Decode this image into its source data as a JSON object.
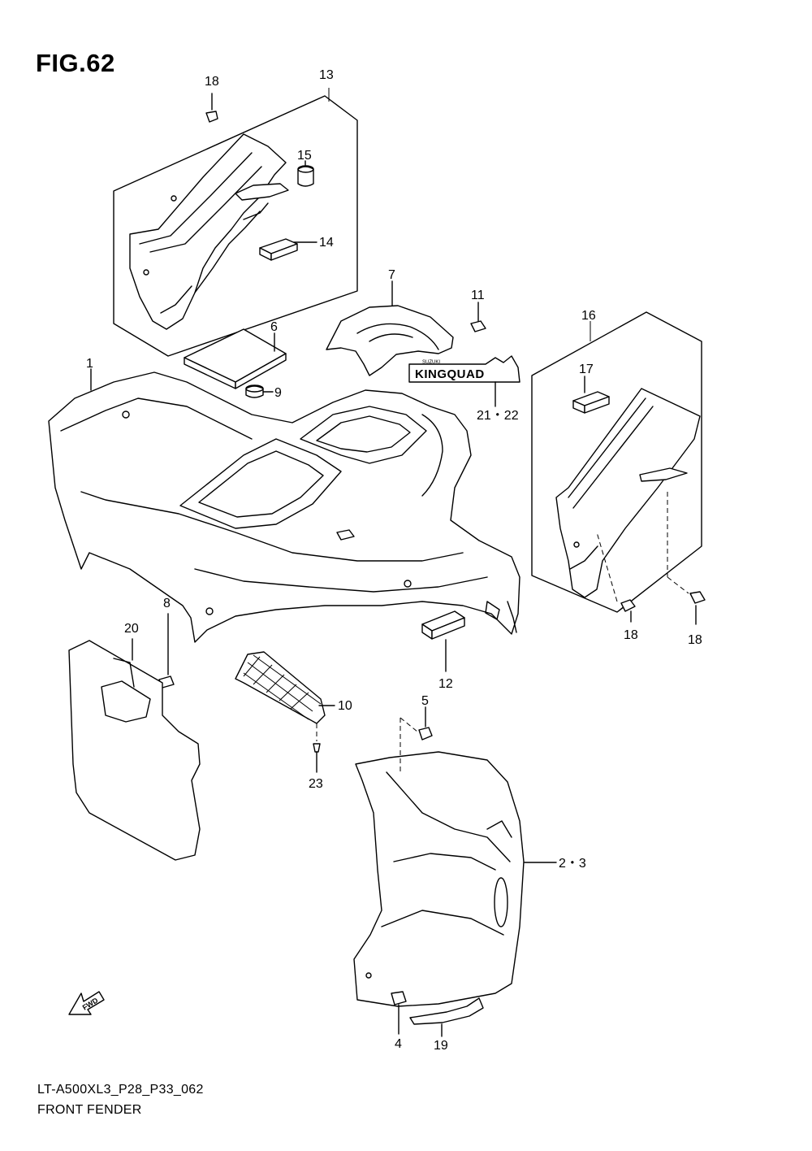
{
  "figure": {
    "title": "FIG.62",
    "model_code": "LT-A500XL3_P28_P33_062",
    "name": "FRONT FENDER"
  },
  "decal": {
    "brand_small": "SUZUKI",
    "text": "KINGQUAD"
  },
  "fwd_arrow": {
    "label": "FWD"
  },
  "callouts": {
    "c1": "1",
    "c2_3": "2・3",
    "c4": "4",
    "c5": "5",
    "c6": "6",
    "c7": "7",
    "c8": "8",
    "c9": "9",
    "c10": "10",
    "c11": "11",
    "c12": "12",
    "c13": "13",
    "c14": "14",
    "c15": "15",
    "c16": "16",
    "c17": "17",
    "c18a": "18",
    "c18b": "18",
    "c18c": "18",
    "c19": "19",
    "c20": "20",
    "c21_22": "21・22",
    "c23": "23"
  }
}
